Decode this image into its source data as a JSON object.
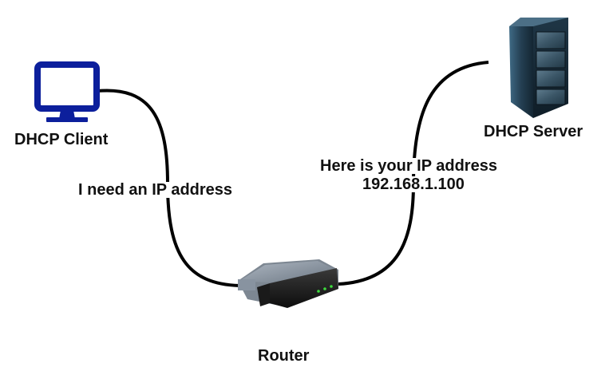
{
  "diagram": {
    "nodes": {
      "client": {
        "label": "DHCP Client",
        "icon": "desktop-monitor-icon"
      },
      "server": {
        "label": "DHCP Server",
        "icon": "server-rack-icon"
      },
      "router": {
        "label": "Router",
        "icon": "router-icon"
      }
    },
    "messages": {
      "request": "I need an IP address",
      "reply_line1": "Here is your IP address",
      "reply_line2": "192.168.1.100"
    },
    "connections": [
      {
        "from": "DHCP Client",
        "to": "Router"
      },
      {
        "from": "Router",
        "to": "DHCP Server"
      }
    ],
    "colors": {
      "client_icon": "#0c1f9c",
      "cable": "#000000",
      "router_led": "#3ddc3d",
      "server_body": "#2c4a5e"
    }
  }
}
